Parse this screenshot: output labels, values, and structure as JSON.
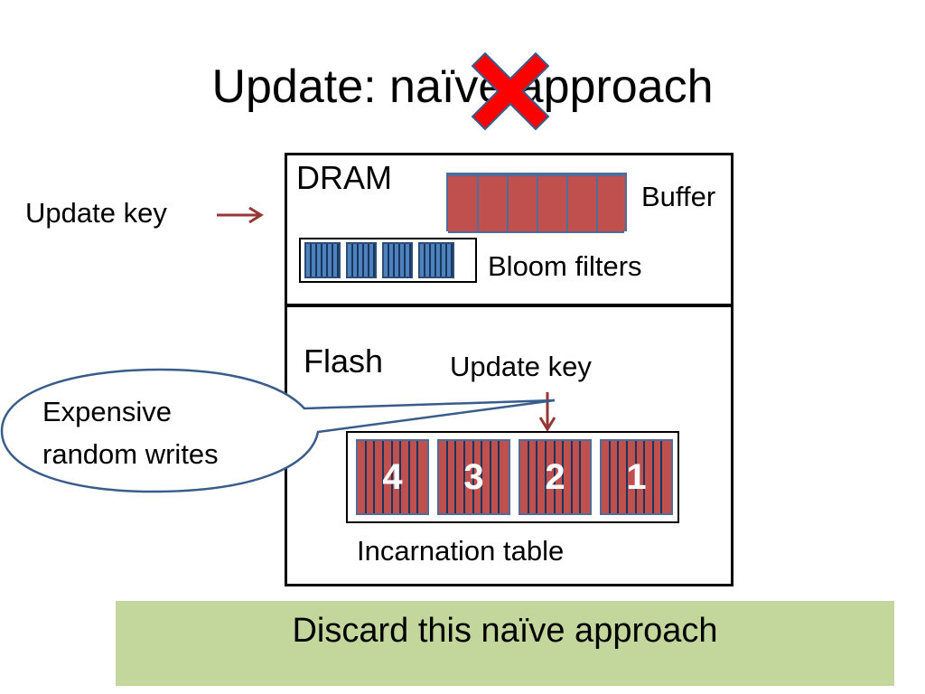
{
  "slide": {
    "title": "Update: naïve approach",
    "reject_icon": "red-x-icon"
  },
  "dram": {
    "label": "DRAM",
    "buffer_label": "Buffer",
    "bloom_label": "Bloom filters",
    "incoming_label": "Update key"
  },
  "flash": {
    "label": "Flash",
    "update_label": "Update key",
    "table_label": "Incarnation table",
    "incarnations": [
      "4",
      "3",
      "2",
      "1"
    ]
  },
  "callout": {
    "line1": "Expensive",
    "line2": "random writes"
  },
  "banner": {
    "text": "Discard this naïve approach"
  },
  "colors": {
    "red": "#c0504d",
    "blue": "#4f81bd",
    "arrow": "#953735",
    "callout_border": "#385d8a",
    "banner": "#c3d69b",
    "x_mark": "#ff0000"
  }
}
